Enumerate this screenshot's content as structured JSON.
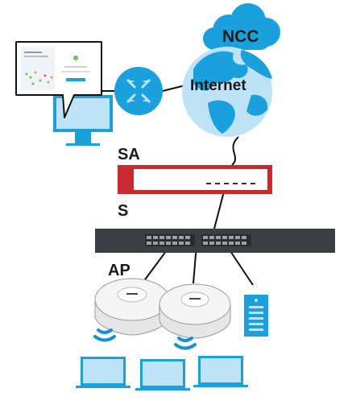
{
  "labels": {
    "cloud": "NCC",
    "globe": "Internet",
    "firewall": "SA",
    "switch": "S",
    "access_points": "AP"
  },
  "colors": {
    "blue_main": "#1aa0dc",
    "blue_light": "#bfe3f6",
    "blue_deep": "#1591cf",
    "firewall_red": "#c92a2f",
    "switch_dark": "#3b3f43",
    "ap_white": "#f1f1f1",
    "line": "#111111"
  },
  "icons": [
    "monitor-icon",
    "router-icon",
    "globe-icon",
    "cloud-icon",
    "firewall-icon",
    "switch-icon",
    "access-point-icon",
    "wifi-signal-icon",
    "server-icon",
    "laptop-icon"
  ]
}
